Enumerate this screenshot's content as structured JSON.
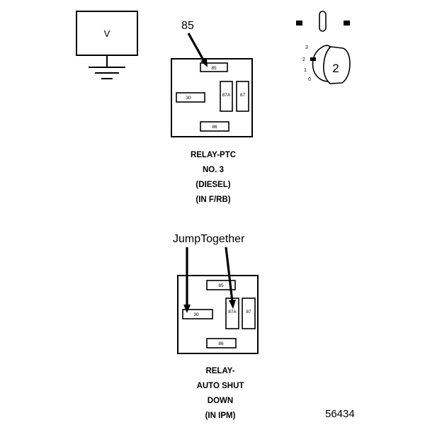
{
  "voltmeter": {
    "label": "V"
  },
  "relay_ptc": {
    "callout": "85",
    "pins": {
      "p85_top": "85",
      "p30": "30",
      "p87a": "87A",
      "p87": "87",
      "p86": "86"
    },
    "caption": [
      "RELAY-PTC",
      "NO. 3",
      "(DIESEL)",
      "(IN F/RB)"
    ]
  },
  "relay_asd": {
    "callout": "JumpTogether",
    "pins": {
      "p85_top": "85",
      "p30": "30",
      "p87a": "87A",
      "p87": "87",
      "p86": "86"
    },
    "caption": [
      "RELAY-",
      "AUTO SHUT",
      "DOWN",
      "(IN IPM)"
    ]
  },
  "ignition_switch": {
    "positions": [
      "3",
      "2",
      "1",
      "0"
    ],
    "key_number": "2"
  },
  "figure_number": "56434"
}
